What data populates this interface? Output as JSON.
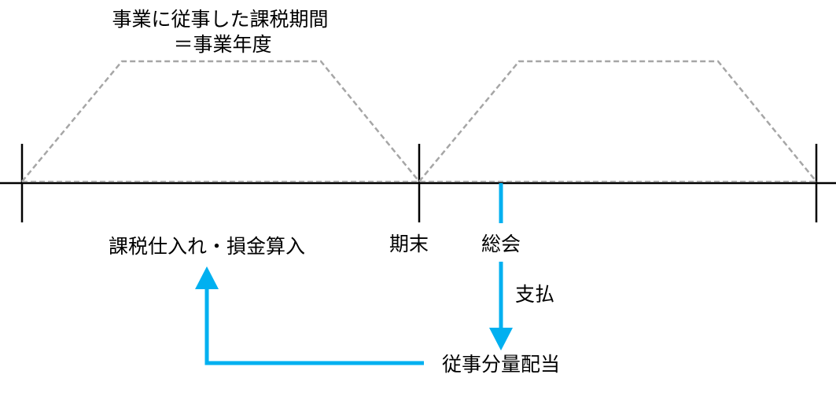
{
  "title": {
    "line1": "事業に従事した課税期間",
    "line2": "＝事業年度"
  },
  "labels": {
    "purchase": "課税仕入れ・損金算入",
    "period_end": "期末",
    "meeting": "総会",
    "payment": "支払",
    "dividend": "従事分量配当"
  },
  "colors": {
    "accent": "#00b0f0",
    "dashed": "#a6a6a6",
    "axis": "#000000"
  }
}
